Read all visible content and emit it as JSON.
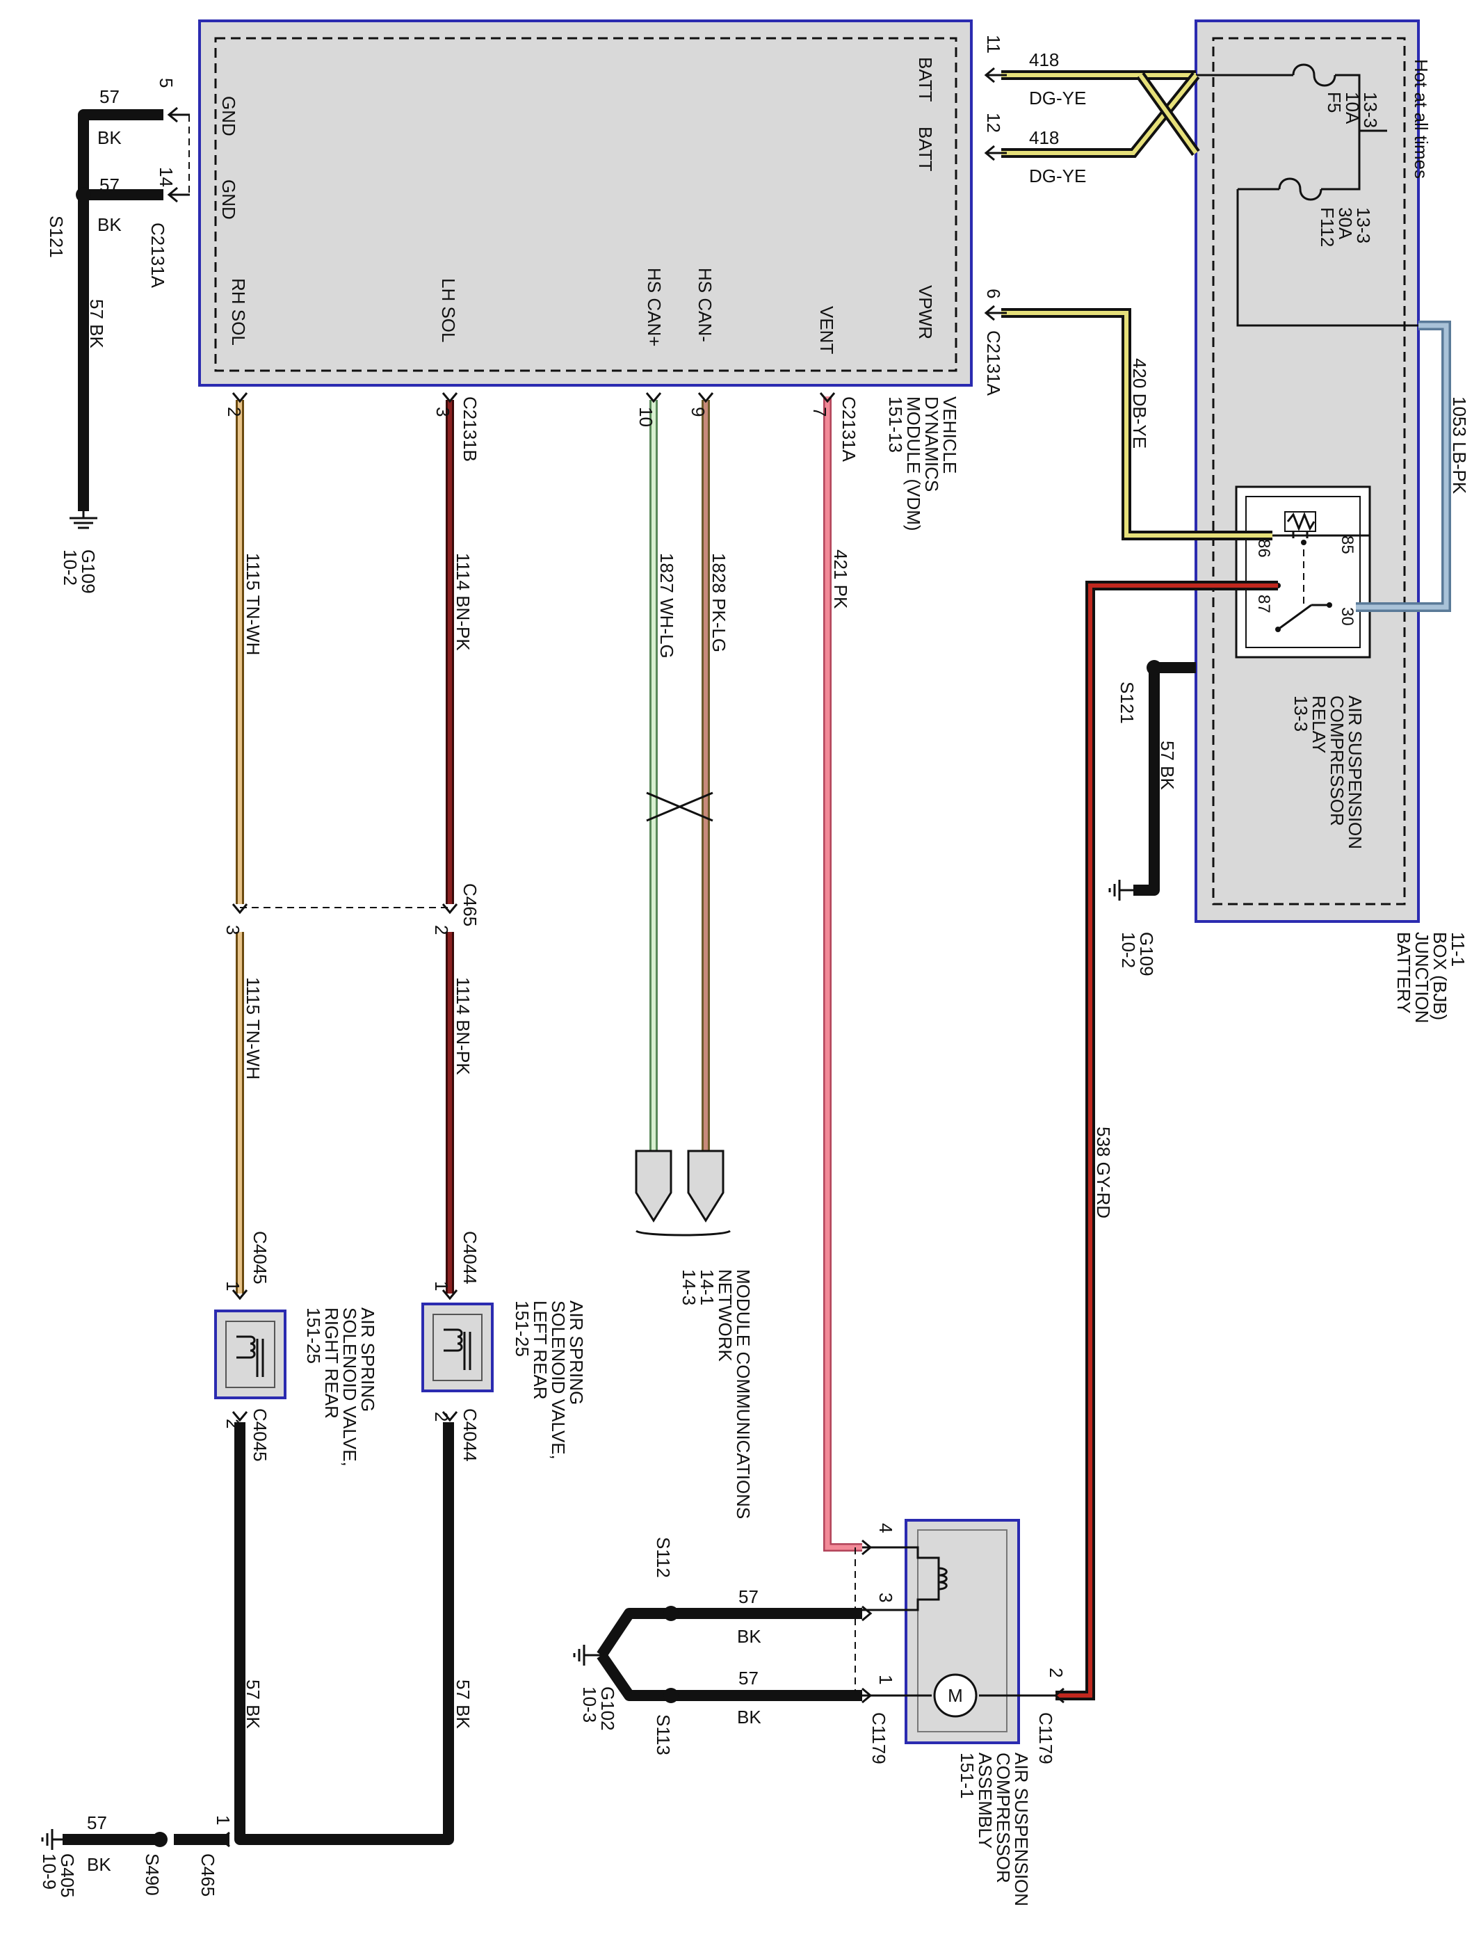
{
  "vdm": {
    "name_lines": [
      "VEHICLE",
      "DYNAMICS",
      "MODULE (VDM)",
      "151-13"
    ],
    "pins": {
      "batt1": "BATT",
      "batt2": "BATT",
      "vpwr": "VPWR",
      "vent": "VENT",
      "hs_can_minus": "HS CAN-",
      "hs_can_plus": "HS CAN+",
      "lh_sol": "LH SOL",
      "rh_sol": "RH SOL",
      "gnd1": "GND",
      "gnd2": "GND"
    }
  },
  "bjb": {
    "name_lines": [
      "BATTERY",
      "JUNCTION",
      "BOX (BJB)",
      "11-1"
    ],
    "hot_label": "Hot at all times",
    "fuse_f5": [
      "F5",
      "10A",
      "13-3"
    ],
    "fuse_f112": [
      "F112",
      "30A",
      "13-3"
    ],
    "relay_name_lines": [
      "AIR SUSPENSION",
      "COMPRESSOR",
      "RELAY",
      "13-3"
    ],
    "relay_pins": [
      "86",
      "85",
      "87",
      "30"
    ]
  },
  "connectors": {
    "c2131a": "C2131A",
    "c2131b": "C2131B",
    "c465": "C465",
    "c4045": "C4045",
    "c4044": "C4044",
    "c1179": "C1179"
  },
  "pin_numbers": {
    "p11": "11",
    "p12": "12",
    "p6": "6",
    "p5": "5",
    "p14": "14",
    "p2_rh": "2",
    "p3_lh": "3",
    "p10": "10",
    "p9": "9",
    "p7": "7",
    "c465_3": "3",
    "c465_2": "2",
    "c4045_1": "1",
    "c4045_2": "2",
    "c4044_1": "1",
    "c4044_2": "2",
    "comp_4": "4",
    "comp_3": "3",
    "comp_1": "1",
    "comp_2": "2",
    "c465_1": "1"
  },
  "wires": {
    "w418a_num": "418",
    "w418a_color": "DG-YE",
    "w418b_num": "418",
    "w418b_color": "DG-YE",
    "w420": "420  DB-YE",
    "w1053": "1053  LB-PK",
    "w1115_top": "1115  TN-WH",
    "w1115_bot": "1115  TN-WH",
    "w1114_top": "1114  BN-PK",
    "w1114_bot": "1114  BN-PK",
    "w1827": "1827  WH-LG",
    "w1828": "1828  PK-LG",
    "w421": "421  PK",
    "w538": "538  GY-RD",
    "w57_vdm_gnd1_num": "57",
    "w57_vdm_gnd1_col": "BK",
    "w57_vdm_gnd2_num": "57",
    "w57_vdm_gnd2_col": "BK",
    "w57_vdm_vert": "57  BK",
    "w57_bjb": "57  BK",
    "w57_s112_num": "57",
    "w57_s112_col": "BK",
    "w57_s113_num": "57",
    "w57_s113_col": "BK",
    "w57_rr": "57  BK",
    "w57_lr": "57  BK",
    "w57_g405_num": "57",
    "w57_g405_col": "BK"
  },
  "splices": {
    "s121_top": "S121",
    "s121_bjb": "S121",
    "s112": "S112",
    "s113": "S113",
    "s490": "S490"
  },
  "grounds": {
    "g109_top": [
      "G109",
      "10-2"
    ],
    "g109_bjb": [
      "G109",
      "10-2"
    ],
    "g102": [
      "G102",
      "10-3"
    ],
    "g405": [
      "G405",
      "10-9"
    ]
  },
  "network": [
    "MODULE COMMUNICATIONS",
    "NETWORK",
    "14-1",
    "14-3"
  ],
  "valve_rr": [
    "AIR SPRING",
    "SOLENOID VALVE,",
    "RIGHT REAR",
    "151-25"
  ],
  "valve_lr": [
    "AIR SPRING",
    "SOLENOID VALVE,",
    "LEFT REAR",
    "151-25"
  ],
  "compressor": {
    "name_lines": [
      "AIR SUSPENSION",
      "COMPRESSOR",
      "ASSEMBLY",
      "151-1"
    ],
    "motor_symbol": "M"
  },
  "colors": {
    "box_fill": "#d9d9d9",
    "box_border": "#2b2bb0",
    "dg_ye": "#e6e07a",
    "db_ye": "#e6e07a",
    "lb_pk": "#a9c2d8",
    "tn_wh": "#e8c48a",
    "bn_pk": "#8b2020",
    "wh_lg": "#9ad08c",
    "pk_lg": "#c88a7a",
    "pk": "#f28a98",
    "gy_rd": "#c0281e",
    "bk": "#111111"
  }
}
